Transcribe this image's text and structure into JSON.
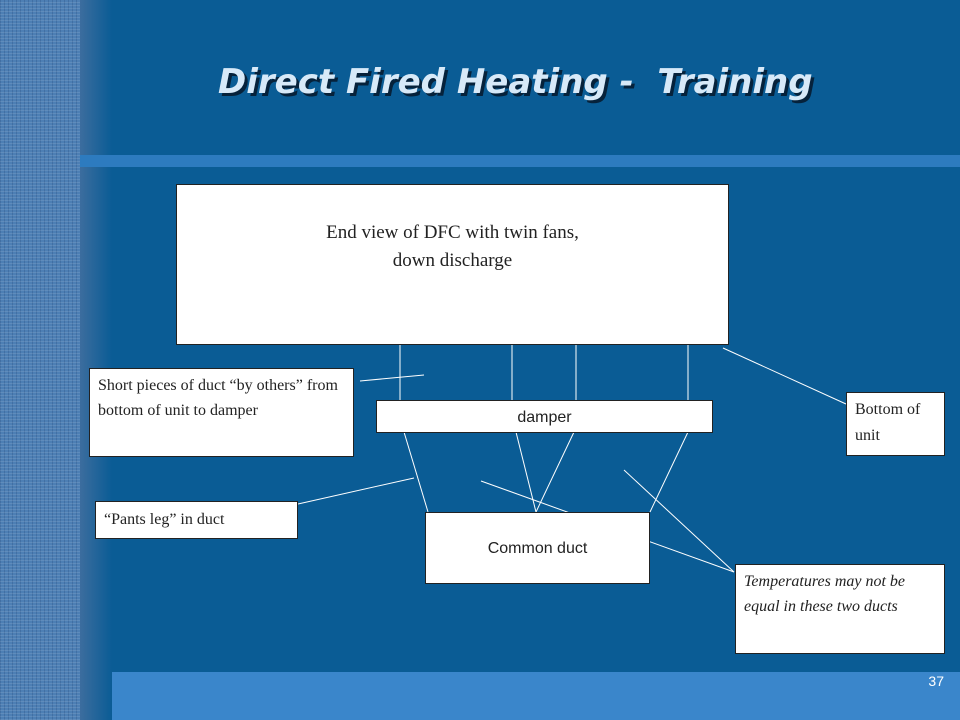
{
  "slide": {
    "title": "Direct Fired Heating -  Training",
    "number": "37"
  },
  "diagram": {
    "unit_box": {
      "line1": "End view of DFC with twin fans,",
      "line2": "down discharge"
    },
    "damper_label": "damper",
    "common_duct_label": "Common duct",
    "callouts": {
      "short_pieces": "Short pieces of duct “by others” from bottom of unit to damper",
      "pants_leg": "“Pants leg” in duct",
      "bottom_of_unit": "Bottom of unit",
      "temperatures": "Temperatures may not be equal in these two ducts"
    }
  },
  "colors": {
    "background": "#0a5c95",
    "band": "#4d7fb4",
    "rule": "#2d7bbf",
    "footer": "#3a86cb",
    "title_text": "#d7e9f8"
  }
}
